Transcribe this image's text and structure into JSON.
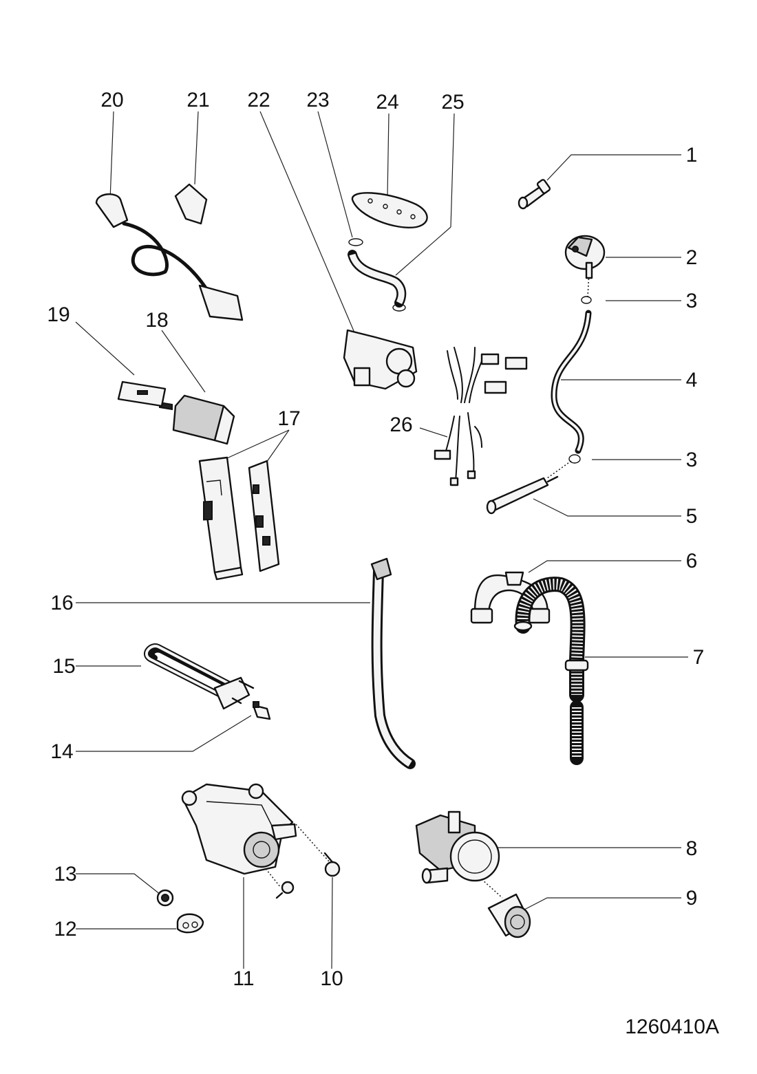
{
  "drawing_code": "1260410A",
  "callouts": {
    "c1": "1",
    "c2": "2",
    "c3a": "3",
    "c3b": "3",
    "c4": "4",
    "c5": "5",
    "c6": "6",
    "c7": "7",
    "c8": "8",
    "c9": "9",
    "c10": "10",
    "c11": "11",
    "c12": "12",
    "c13": "13",
    "c14": "14",
    "c15": "15",
    "c16": "16",
    "c17": "17",
    "c18": "18",
    "c19": "19",
    "c20": "20",
    "c21": "21",
    "c22": "22",
    "c23": "23",
    "c24": "24",
    "c25": "25",
    "c26": "26"
  },
  "colors": {
    "ink": "#111111",
    "paper": "#ffffff",
    "fill": "#f4f4f4",
    "shade": "#cfcfcf"
  }
}
